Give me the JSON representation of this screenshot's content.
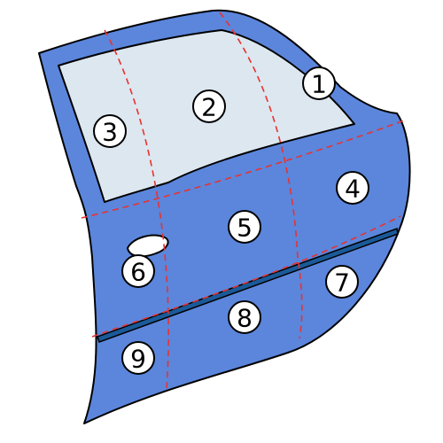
{
  "colors": {
    "door_fill": "#5b86dc",
    "door_stroke": "#000000",
    "window_fill": "#dde7f0",
    "trim_strip": "#1a5a99",
    "dash_line": "#e8322f",
    "label_circle": "#ffffff"
  },
  "zones": [
    {
      "id": "zone-1",
      "number": "1"
    },
    {
      "id": "zone-2",
      "number": "2"
    },
    {
      "id": "zone-3",
      "number": "3"
    },
    {
      "id": "zone-4",
      "number": "4"
    },
    {
      "id": "zone-5",
      "number": "5"
    },
    {
      "id": "zone-6",
      "number": "6"
    },
    {
      "id": "zone-7",
      "number": "7"
    },
    {
      "id": "zone-8",
      "number": "8"
    },
    {
      "id": "zone-9",
      "number": "9"
    }
  ]
}
